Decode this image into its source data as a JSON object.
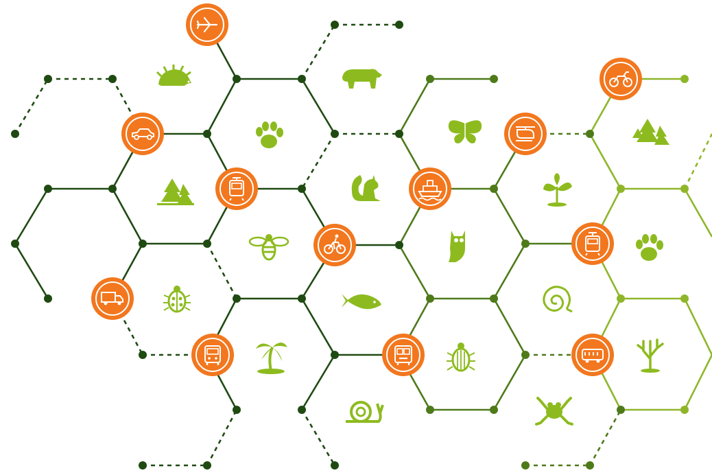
{
  "colors": {
    "background": "#ffffff",
    "dark_green": "#1f4a12",
    "mid_green": "#4e7a1a",
    "light_green": "#8fb62a",
    "icon_green": "#8dbb1f",
    "orange": "#f2771e",
    "orange_ring": "#ffffff"
  },
  "transport_icons": [
    "airplane-icon",
    "car-icon",
    "tram-icon",
    "truck-icon",
    "bus-icon",
    "bicycle-icon",
    "ship-icon",
    "bus-front-icon",
    "helicopter-icon",
    "motorbike-icon",
    "tram-icon-2",
    "bus-side-icon"
  ],
  "nature_icons": [
    "hedgehog-icon",
    "bear-icon",
    "paw-print-icon",
    "trees-icon",
    "butterfly-icon",
    "squirrel-icon",
    "bee-icon",
    "owl-icon",
    "ladybug-icon",
    "fish-icon",
    "palm-tree-icon",
    "beetle-icon",
    "snail-icon",
    "plant-sprout-icon",
    "ammonite-icon",
    "frog-icon",
    "coral-icon",
    "trees-icon-2",
    "paw-print-icon-2"
  ]
}
